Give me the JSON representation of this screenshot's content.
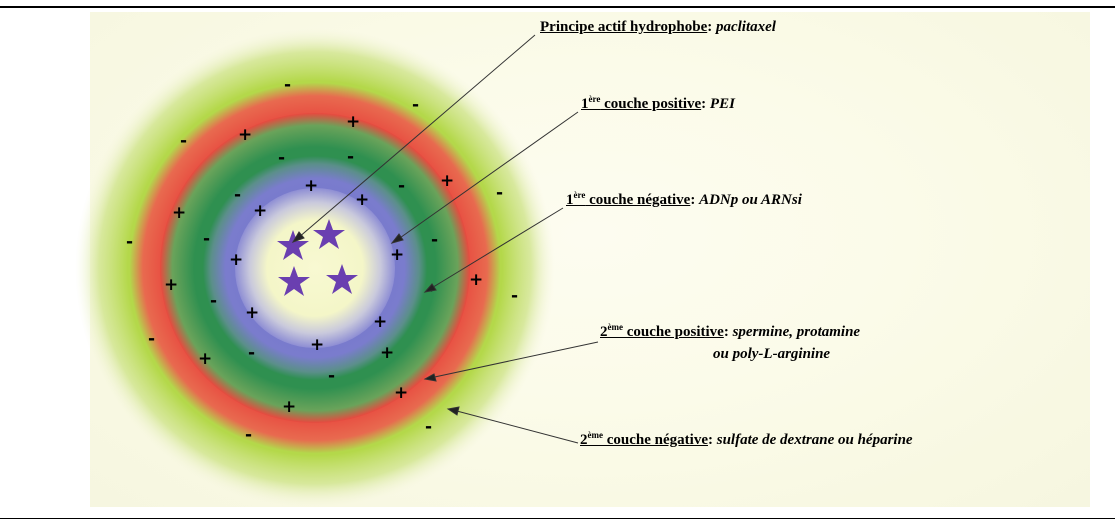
{
  "core": {
    "stars": 4
  },
  "labels": {
    "core": {
      "layer": "Principe actif hydrophobe",
      "sep": ": ",
      "detail": "paclitaxel"
    },
    "pos1": {
      "num": "1",
      "sup": "ère",
      "layer": " couche positive",
      "sep": ": ",
      "detail": "PEI"
    },
    "neg1": {
      "num": "1",
      "sup": "ère",
      "layer": " couche négative",
      "sep": ": ",
      "detail": "ADNp ou ARNsi"
    },
    "pos2": {
      "num": "2",
      "sup": "ème",
      "layer": " couche positive",
      "sep": ": ",
      "detail": "spermine, protamine",
      "detail2": "ou poly-L-arginine"
    },
    "neg2": {
      "num": "2",
      "sup": "ème",
      "layer": " couche négative",
      "sep": ": ",
      "detail": "sulfate de dextrane ou héparine"
    }
  },
  "charges": {
    "plus": "+",
    "minus": "-"
  },
  "colors": {
    "outer_negative": "#a8d23a",
    "outer_positive": "#e8493f",
    "inner_negative": "#2f8f52",
    "inner_positive": "#6f6fc9",
    "core": "#f6f8c8",
    "star": "#6a3fb0"
  }
}
